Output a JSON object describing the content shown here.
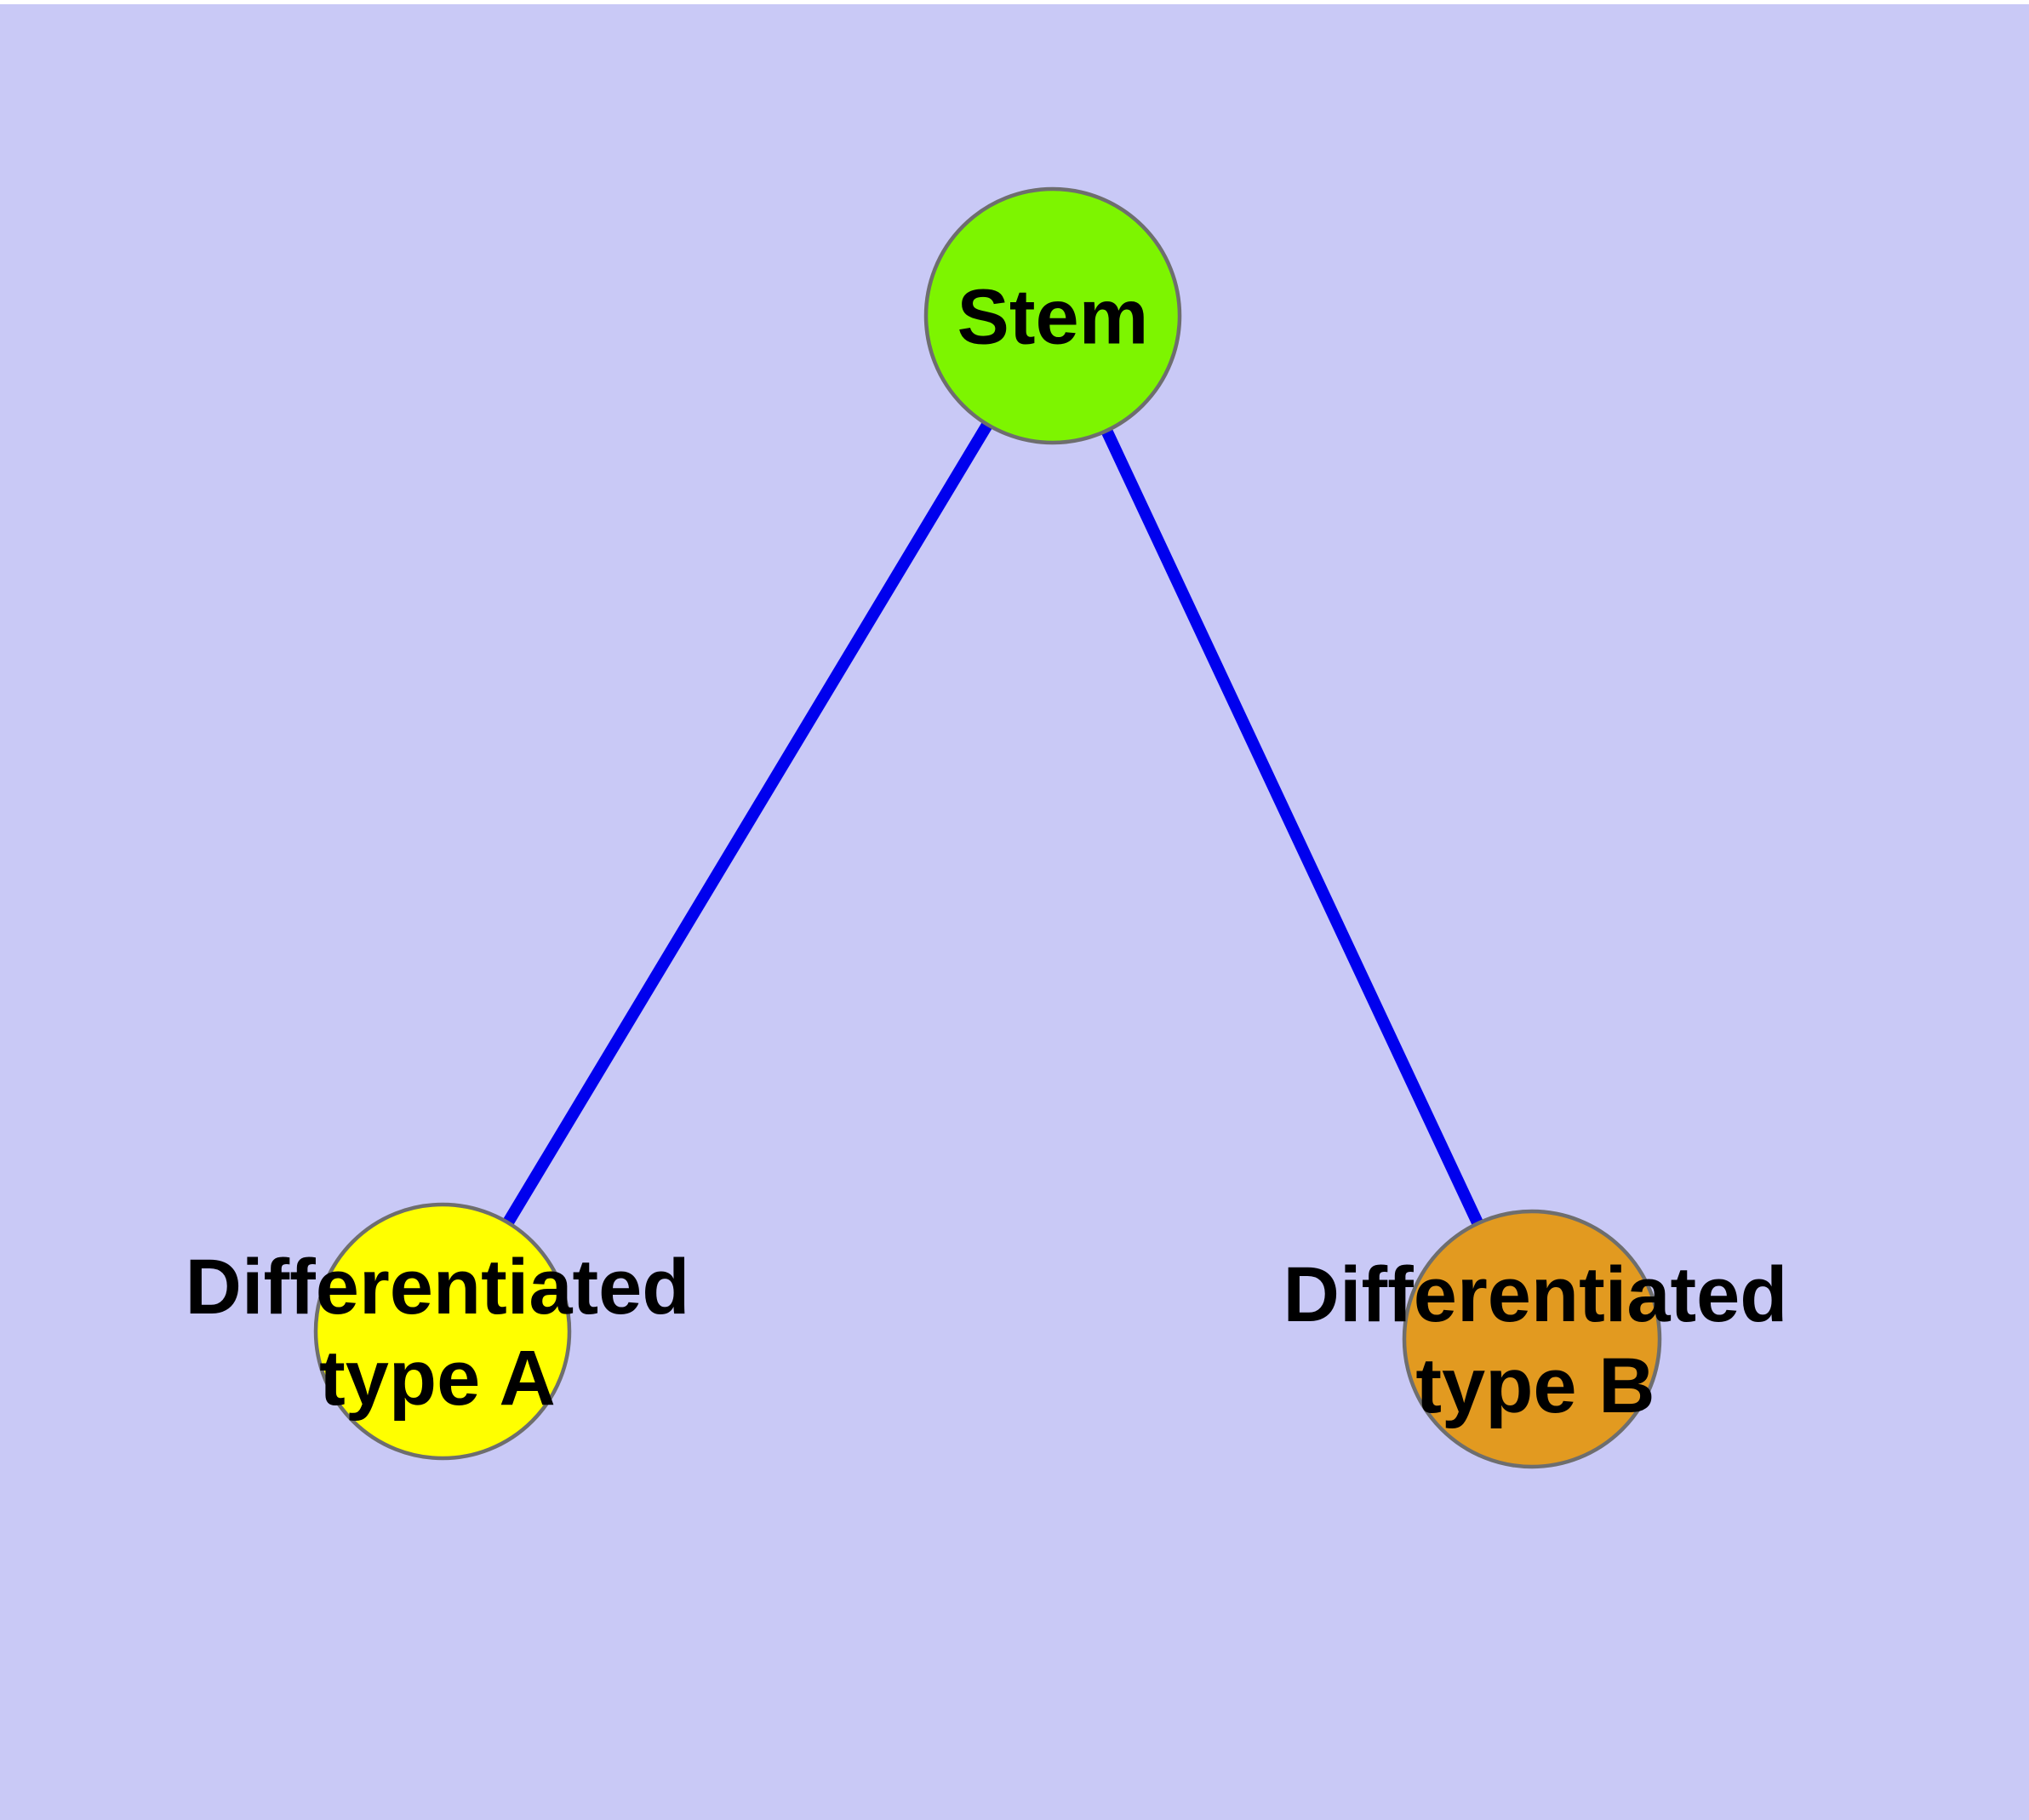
{
  "diagram": {
    "background_color": "#c9c9f6",
    "top_strip_color": "#ffffff",
    "edge_color": "#0000ee",
    "node_border_color": "#6e6e6e",
    "text_color": "#000000",
    "nodes": [
      {
        "id": "stem",
        "label": "Stem",
        "color": "#7df500"
      },
      {
        "id": "type-a",
        "label": "Differentiated\ntype A",
        "color": "#ffff00"
      },
      {
        "id": "type-b",
        "label": "Differentiated\ntype B",
        "color": "#e29a20"
      }
    ],
    "edges": [
      {
        "from": "stem",
        "to": "type-a"
      },
      {
        "from": "stem",
        "to": "type-b"
      }
    ]
  }
}
